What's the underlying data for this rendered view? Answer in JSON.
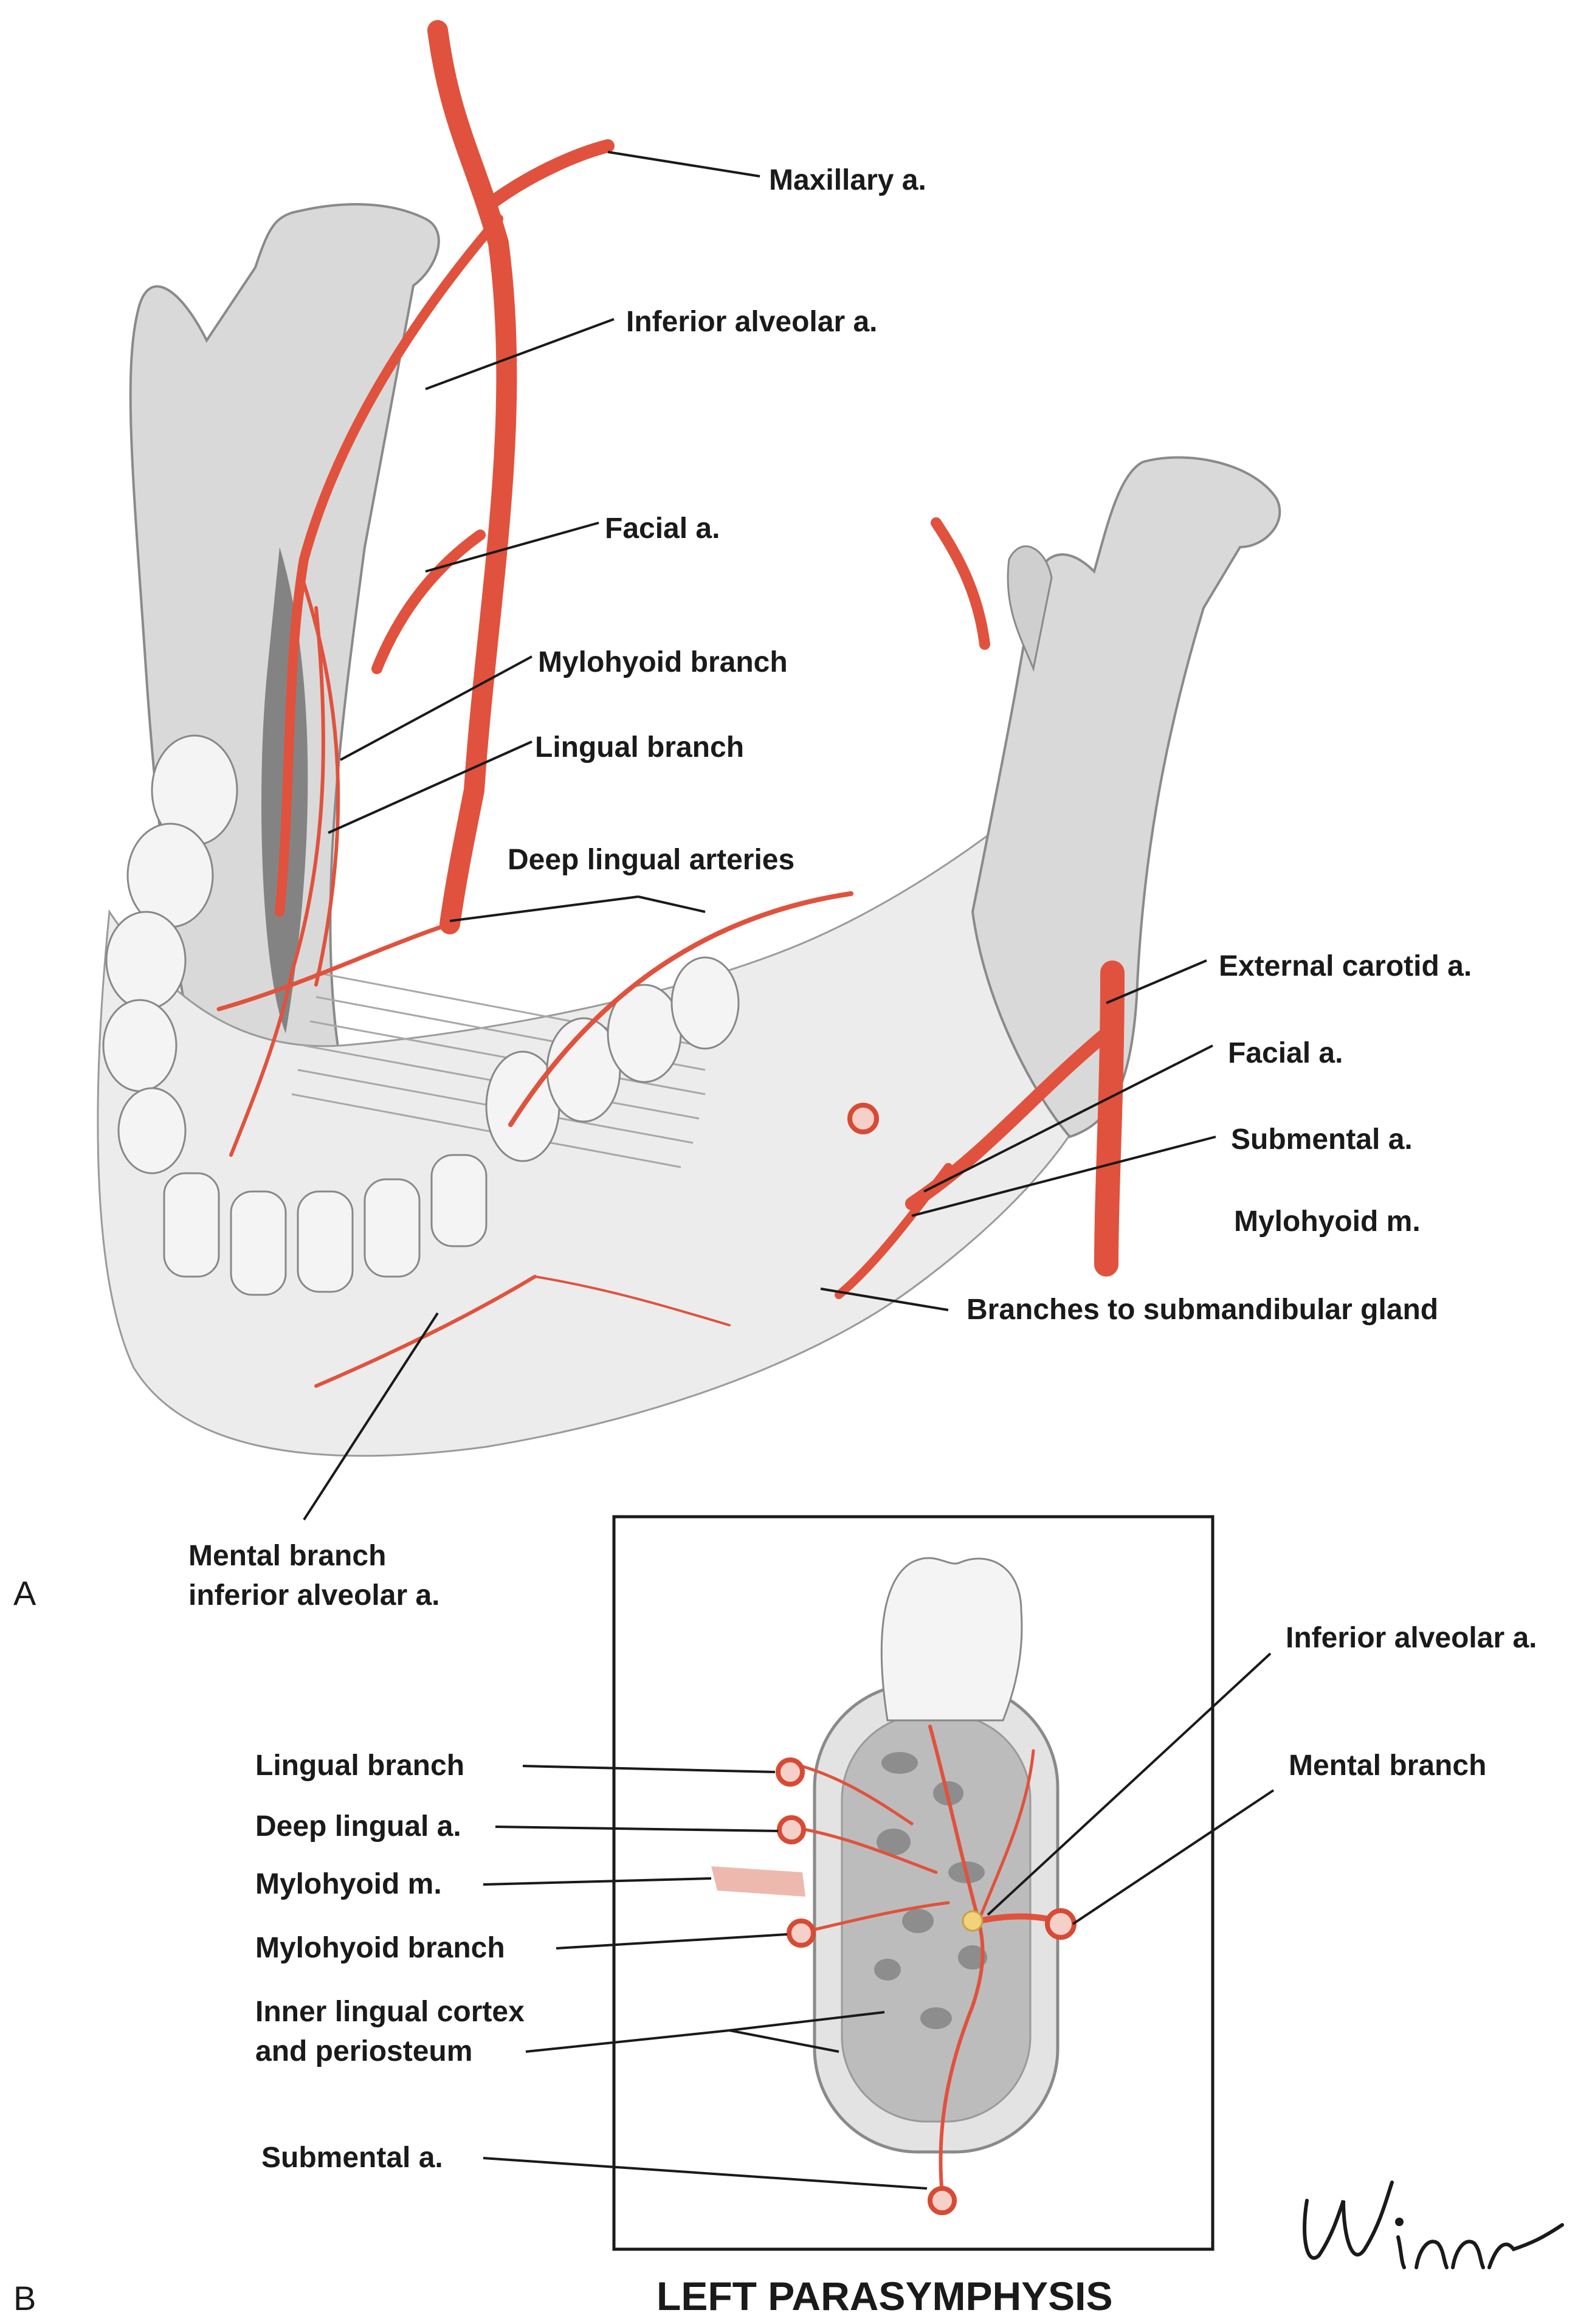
{
  "panel_a": {
    "letter": "A",
    "labels": {
      "maxillary": "Maxillary a.",
      "inferior_alveolar": "Inferior alveolar a.",
      "facial_top": "Facial a.",
      "mylohyoid_branch": "Mylohyoid branch",
      "lingual_branch": "Lingual branch",
      "deep_lingual": "Deep lingual arteries",
      "external_carotid": "External carotid a.",
      "facial_right": "Facial a.",
      "submental": "Submental a.",
      "mylohyoid_m": "Mylohyoid m.",
      "submandibular": "Branches to submandibular gland",
      "mental_line1": "Mental branch",
      "mental_line2": "inferior alveolar a."
    }
  },
  "panel_b": {
    "letter": "B",
    "caption": "LEFT PARASYMPHYSIS",
    "labels": {
      "inferior_alveolar": "Inferior alveolar a.",
      "mental_branch": "Mental branch",
      "lingual_branch": "Lingual branch",
      "deep_lingual": "Deep lingual a.",
      "mylohyoid_m": "Mylohyoid m.",
      "mylohyoid_branch": "Mylohyoid branch",
      "inner_cortex_line1": "Inner lingual cortex",
      "inner_cortex_line2": "and periosteum",
      "submental": "Submental a."
    }
  },
  "signature": "Winn",
  "colors": {
    "artery": "#e0523d",
    "bone": "#d9d9d9",
    "text": "#1a1a1a"
  }
}
